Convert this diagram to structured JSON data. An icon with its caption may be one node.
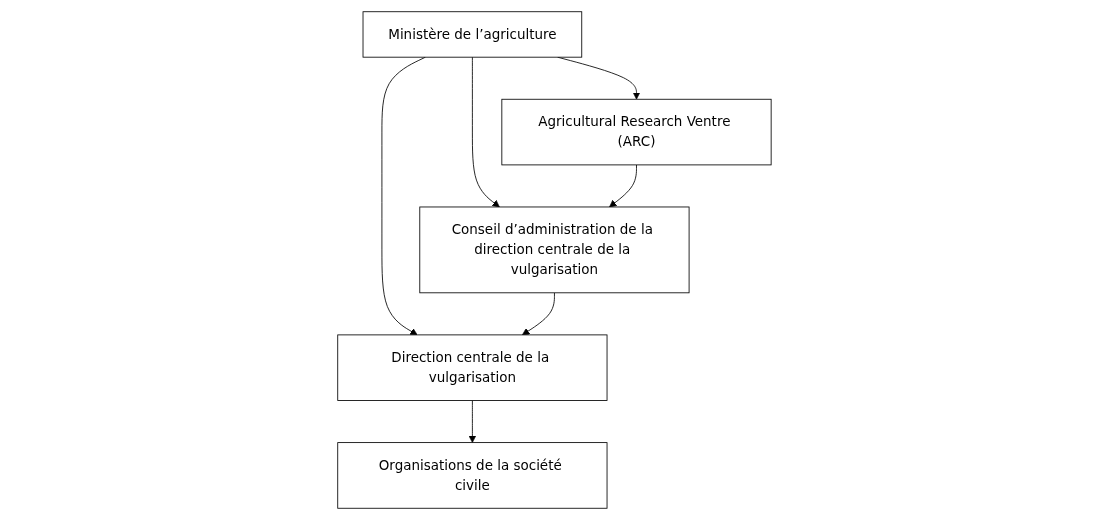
{
  "diagram": {
    "nodes": [
      {
        "text": [
          "Ministère de l’agriculture"
        ]
      },
      {
        "text": [
          "Agricultural Research Ventre (ARC)"
        ]
      },
      {
        "text": [
          "Direction centrale de la vulgarisation"
        ]
      },
      {
        "text": [
          "Conseil d’administration de la direction centrale de la vulgarisation"
        ]
      },
      {
        "text": [
          "Organisations de la société civile"
        ]
      }
    ],
    "edges": [
      {
        "from": 0,
        "to": 1,
        "arrow": "to"
      },
      {
        "from": 0,
        "to": 2,
        "arrow": "to"
      },
      {
        "from": 0,
        "to": 3,
        "arrow": "to"
      },
      {
        "from": 1,
        "to": 3,
        "arrow": "to"
      },
      {
        "from": 3,
        "to": 2,
        "arrow": "to"
      },
      {
        "from": 2,
        "to": 4,
        "arrow": "to"
      }
    ]
  }
}
